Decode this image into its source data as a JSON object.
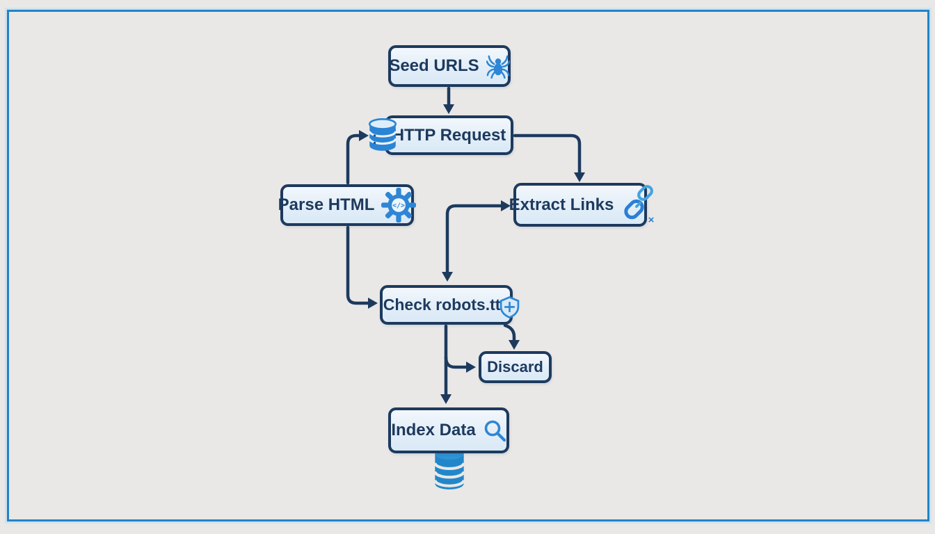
{
  "colors": {
    "background": "#e9e8e6",
    "frame_border": "#2383c4",
    "node_border": "#1d3a5e",
    "node_fill": "#e3eef8",
    "text": "#1d3a5e",
    "arrow": "#1d3a5e",
    "icon_blue": "#2e86d4",
    "icon_blue_light": "#45a3e0"
  },
  "nodes": {
    "seed_urls": {
      "label": "Seed URLS",
      "icon": "spider-icon"
    },
    "http_request": {
      "label": "HTTP Request",
      "icon": "database-icon"
    },
    "parse_html": {
      "label": "Parse HTML",
      "icon": "gear-code-icon"
    },
    "extract_links": {
      "label": "Extract Links",
      "icon": "broken-link-icon"
    },
    "check_robots": {
      "label": "Check robots.ttx",
      "icon": "shield-icon"
    },
    "discard": {
      "label": "Discard"
    },
    "index_data": {
      "label": "Index Data",
      "icon": "search-icon"
    }
  },
  "edges": [
    {
      "from": "seed_urls",
      "to": "http_request",
      "via": "top"
    },
    {
      "from": "parse_html",
      "to": "http_request",
      "via": "up-then-right into database icon"
    },
    {
      "from": "http_request",
      "to": "extract_links",
      "via": "right-then-down into top"
    },
    {
      "from": "junction",
      "to": "extract_links",
      "via": "right into left edge"
    },
    {
      "from": "junction",
      "to": "check_robots",
      "via": "down into top"
    },
    {
      "from": "parse_html",
      "to": "check_robots",
      "via": "down-then-right into left edge"
    },
    {
      "from": "check_robots",
      "to": "discard",
      "via": "right edge down into top"
    },
    {
      "from": "check_robots",
      "to": "discard",
      "via": "branch right into left edge"
    },
    {
      "from": "check_robots",
      "to": "index_data",
      "via": "down into top"
    }
  ]
}
